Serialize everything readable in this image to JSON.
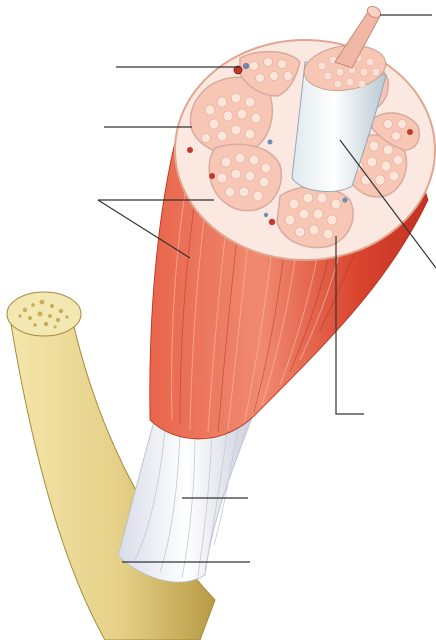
{
  "figure": {
    "subject": "skeletal-muscle-structure",
    "label_lines": [
      "perimysium-line",
      "epimysium-line",
      "muscle-belly-line",
      "endomysium-line",
      "fascicle-line",
      "tendon-line",
      "bone-line"
    ]
  },
  "colors": {
    "muscle_red": "#de4a33",
    "muscle_light": "#f39a82",
    "fascicle_fill": "#f7c6b4",
    "fiber_fill": "#fbe4d8",
    "tendon_white": "#eef0f6",
    "bone_yellow": "#e8d590",
    "bone_shadow": "#b89a45",
    "leader_line": "#333333"
  }
}
